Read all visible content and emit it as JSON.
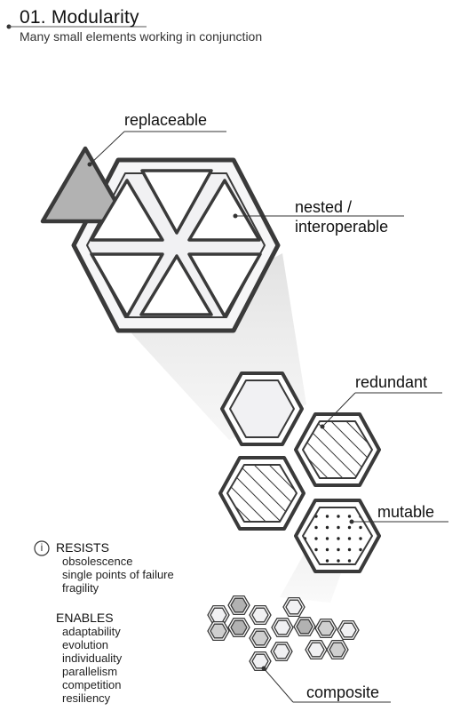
{
  "header": {
    "title": "01. Modularity",
    "subtitle": "Many small elements working in conjunction"
  },
  "labels": {
    "replaceable": "replaceable",
    "nested_line1": "nested /",
    "nested_line2": "interoperable",
    "redundant": "redundant",
    "mutable": "mutable",
    "composite": "composite"
  },
  "resists": {
    "icon": "info-icon",
    "icon_text": "i",
    "heading": "RESISTS",
    "items": [
      "obsolescence",
      "single points of failure",
      "fragility"
    ]
  },
  "enables": {
    "heading": "ENABLES",
    "items": [
      "adaptability",
      "evolution",
      "individuality",
      "parallelism",
      "competition",
      "resiliency"
    ]
  },
  "colors": {
    "stroke": "#3a3a3a",
    "fill_light": "#f1f1f3",
    "fill_grey": "#b2b2b2",
    "fill_mid": "#cfcfcf",
    "shadow": "#dedede"
  }
}
